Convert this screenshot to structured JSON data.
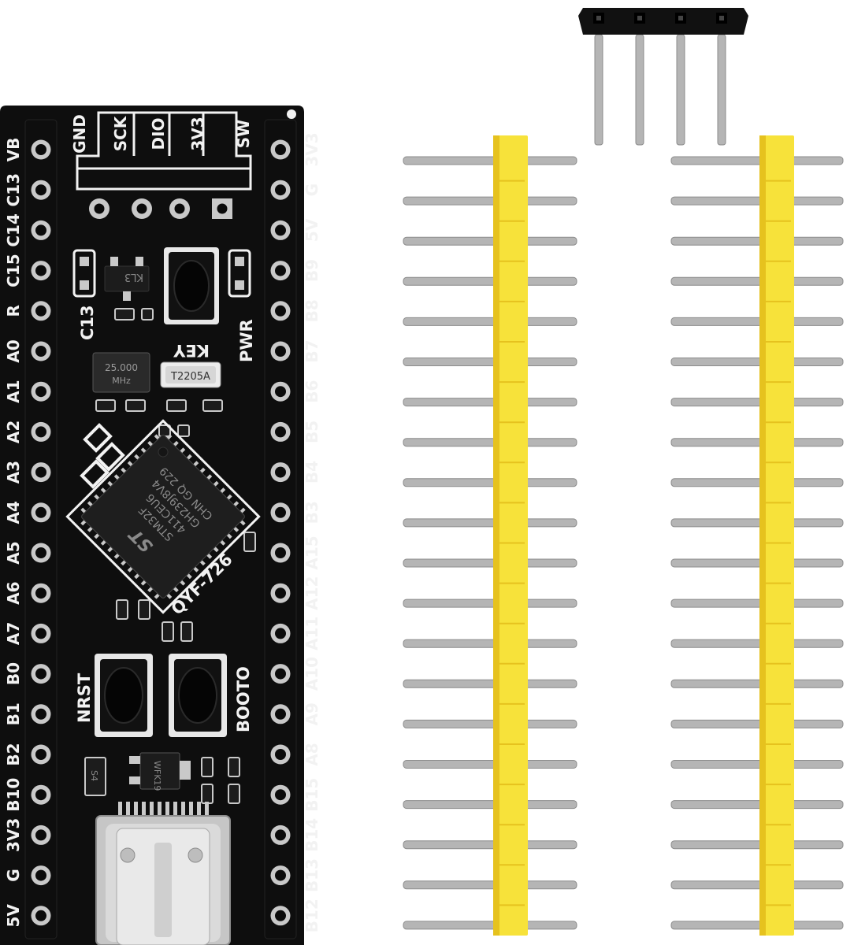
{
  "colors": {
    "background": "#ffffff",
    "pcb": "#0e0e0e",
    "silkscreen": "#f2f2f2",
    "header_plastic": "#f7e23a",
    "header_plastic_shade": "#e6c21e",
    "pin_metal": "#b5b5b5",
    "pin_metal_dark": "#8c8c8c",
    "pad_metal": "#c9c9c9"
  },
  "board": {
    "left_pins": [
      "VB",
      "C13",
      "C14",
      "C15",
      "R",
      "A0",
      "A1",
      "A2",
      "A3",
      "A4",
      "A5",
      "A6",
      "A7",
      "B0",
      "B1",
      "B2",
      "B10",
      "3V3",
      "G",
      "5V"
    ],
    "right_pins": [
      "3V3",
      "G",
      "5V",
      "B9",
      "B8",
      "B7",
      "B6",
      "B5",
      "B4",
      "B3",
      "A15",
      "A12",
      "A11",
      "A10",
      "A9",
      "A8",
      "B15",
      "B14",
      "B13",
      "B12"
    ],
    "swd_labels": [
      "GND",
      "SCK",
      "DIO",
      "3V3",
      "SW"
    ],
    "labels": {
      "led_c13": "C13",
      "led_pwr": "PWR",
      "button_key": "KEY",
      "button_nrst": "NRST",
      "button_boot": "BOOTO",
      "crystal_main": "25.000",
      "crystal_main_unit": "MHz",
      "crystal_rtc": "T2205A",
      "regulator": "KL3",
      "board_model": "QYF-726",
      "mosfet": "WFK19",
      "diode": "S4"
    },
    "chip_text": [
      "STM32F",
      "411CEU6",
      "GH239J8V4",
      "CHN GQ 229"
    ],
    "chip_logo": "ST"
  },
  "headers": {
    "long_header_count": 2,
    "pins_per_long_header": 20,
    "short_header_pins": 4
  }
}
